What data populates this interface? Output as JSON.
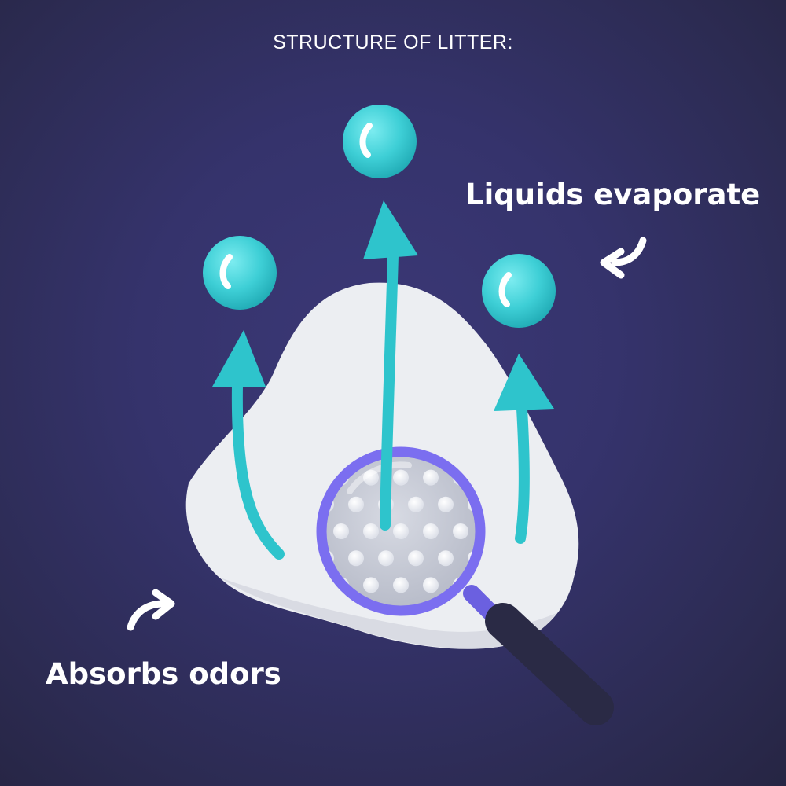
{
  "title": "STRUCTURE OF LITTER:",
  "callouts": {
    "liquids_evaporate": "Liquids evaporate",
    "absorbs_odors": "Absorbs odors"
  },
  "icons": {
    "droplets": "droplet-icon",
    "arrows": "arrow-up-icon",
    "magnifier": "magnifying-glass-icon",
    "pointer": "curved-arrow-icon"
  },
  "colors": {
    "background": "#35336c",
    "litter": "#ecedf1",
    "droplet": "#3ecfd6",
    "arrow": "#2ec4cc",
    "lens_ring": "#7b6ef0",
    "handle": "#2a2a45",
    "text": "#ffffff"
  }
}
